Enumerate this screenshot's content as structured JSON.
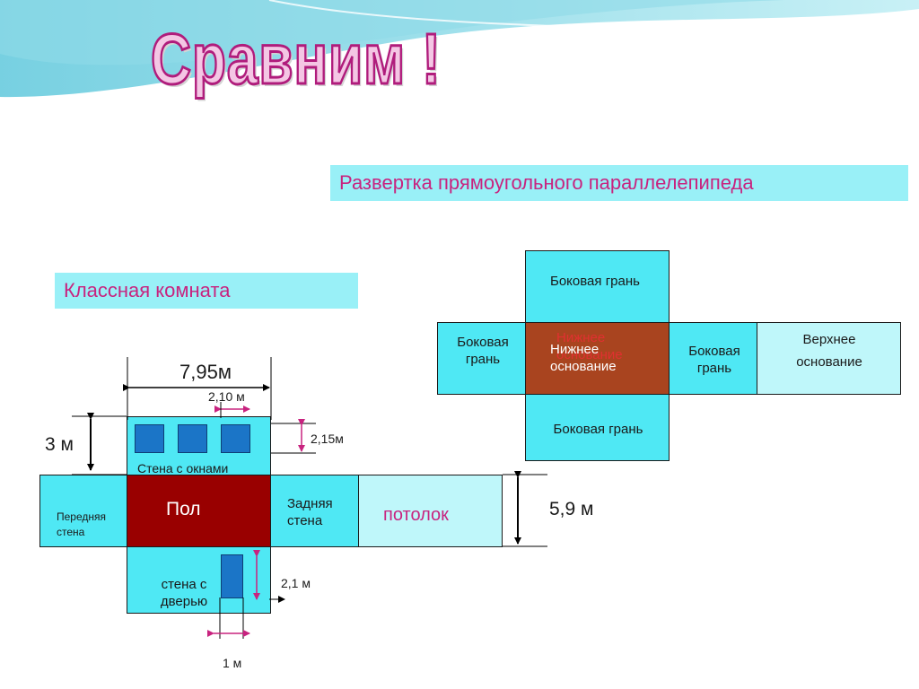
{
  "title": "Сравним !",
  "subtitle": "Развертка прямоугольного параллелепипеда",
  "room_label": "Классная комната",
  "net": {
    "top_face": "Боковая грань",
    "left_face": "Боковая грань",
    "center_back": "Нижнее основание",
    "center_front": "Нижнее основание",
    "right_face": "Боковая грань",
    "far_right": "Верхнее основание",
    "bottom_face": "Боковая грань"
  },
  "room": {
    "wall_windows": "Стена с окнами",
    "floor": "Пол",
    "front_wall": "Передняя стена",
    "back_wall": "Задняя стена",
    "ceiling": "потолок",
    "door_wall": "стена с дверью"
  },
  "dims": {
    "length": "7,95м",
    "window_width": "2,10 м",
    "height": "3 м",
    "window_height": "2,15м",
    "width": "5,9 м",
    "door_height": "2,1 м",
    "door_width": "1 м"
  },
  "colors": {
    "accent": "#c8237f",
    "face_cyan": "#4fe8f4",
    "face_pale": "#bff7fa",
    "floor": "#990000",
    "base": "#a9441f",
    "window": "#1b75c7"
  }
}
